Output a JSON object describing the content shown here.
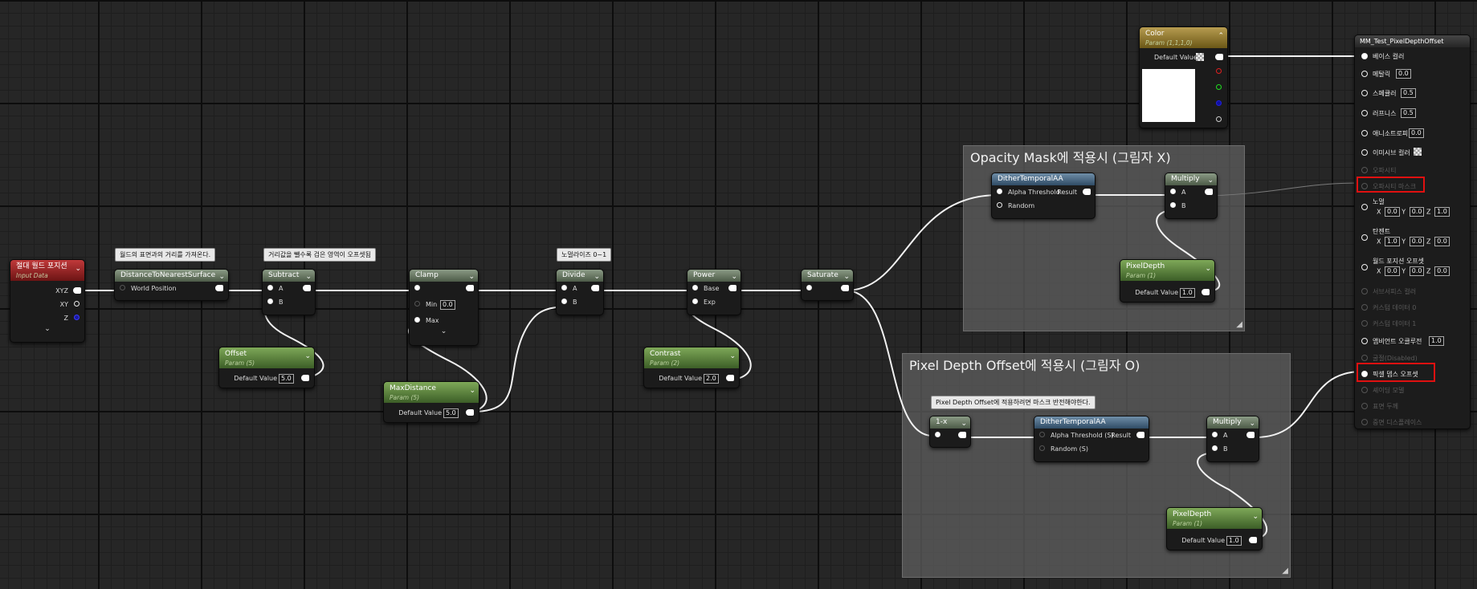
{
  "graph": {
    "comments": {
      "opacity": {
        "title": "Opacity Mask에 적용시 (그림자 X)"
      },
      "pdo": {
        "title": "Pixel Depth Offset에 적용시 (그림자 O)"
      }
    },
    "tooltips": {
      "distance": "월드의 표면과의 거리를 가져온다.",
      "subtract": "거리값을 뺄수록 검은 영역이 오프셋됨",
      "normalize": "노멀라이즈 0~1",
      "pdo_invert": "Pixel Depth Offset에 적용하려면 마스크 반전해야한다."
    },
    "nodes": {
      "absworld": {
        "title": "절대 월드 포지션",
        "sub": "Input Data",
        "pins": [
          "XYZ",
          "XY",
          "Z"
        ]
      },
      "distance": {
        "title": "DistanceToNearestSurface",
        "pin": "World Position"
      },
      "subtract": {
        "title": "Subtract",
        "a": "A",
        "b": "B"
      },
      "offset": {
        "title": "Offset",
        "sub": "Param (5)",
        "label": "Default Value",
        "value": "5.0"
      },
      "clamp": {
        "title": "Clamp",
        "min_label": "Min",
        "min_value": "0.0",
        "max_label": "Max"
      },
      "maxdistance": {
        "title": "MaxDistance",
        "sub": "Param (5)",
        "label": "Default Value",
        "value": "5.0"
      },
      "divide": {
        "title": "Divide",
        "a": "A",
        "b": "B"
      },
      "power": {
        "title": "Power",
        "base": "Base",
        "exp": "Exp"
      },
      "contrast": {
        "title": "Contrast",
        "sub": "Param (2)",
        "label": "Default Value",
        "value": "2.0"
      },
      "saturate": {
        "title": "Saturate"
      },
      "dither1": {
        "title": "DitherTemporalAA",
        "in1": "Alpha Threshold",
        "in2": "Random",
        "out": "Result"
      },
      "multiply1": {
        "title": "Multiply",
        "a": "A",
        "b": "B"
      },
      "pixeldepth1": {
        "title": "PixelDepth",
        "sub": "Param (1)",
        "label": "Default Value",
        "value": "1.0"
      },
      "oneminus": {
        "title": "1-x"
      },
      "dither2": {
        "title": "DitherTemporalAA",
        "in1": "Alpha Threshold (S)",
        "in2": "Random (S)",
        "out": "Result"
      },
      "multiply2": {
        "title": "Multiply",
        "a": "A",
        "b": "B"
      },
      "pixeldepth2": {
        "title": "PixelDepth",
        "sub": "Param (1)",
        "label": "Default Value",
        "value": "1.0"
      },
      "color": {
        "title": "Color",
        "sub": "Param (1,1,1,0)",
        "label": "Default Value"
      }
    },
    "result": {
      "title": "MM_Test_PixelDepthOffset",
      "rows": {
        "base_color": "베이스 컬러",
        "metallic": "메탈릭",
        "metallic_value": "0.0",
        "specular": "스페큘러",
        "specular_value": "0.5",
        "roughness": "러프니스",
        "roughness_value": "0.5",
        "anisotropy": "애니소트로피",
        "anisotropy_value": "0.0",
        "emissive": "이미시브 컬러",
        "opacity": "오파시티",
        "opacity_mask": "오파시티 마스크",
        "normal": "노멀",
        "normal_x": "0.0",
        "normal_y": "0.0",
        "normal_z": "1.0",
        "tangent": "탄젠트",
        "tangent_x": "1.0",
        "tangent_y": "0.0",
        "tangent_z": "0.0",
        "wpo": "월드 포지션 오프셋",
        "wpo_x": "0.0",
        "wpo_y": "0.0",
        "wpo_z": "0.0",
        "subsurface": "서브서피스 컬러",
        "custom0": "커스텀 데이터 0",
        "custom1": "커스텀 데이터 1",
        "ao": "앰비언트 오클루전",
        "ao_value": "1.0",
        "refraction": "굴절(Disabled)",
        "pdo": "픽셀 뎁스 오프셋",
        "shading_model": "셰이딩 모델",
        "surface_thickness": "표면 두께",
        "displacement": "중면 디스플레이스"
      }
    },
    "colors": {
      "wire": "#f2f2f2",
      "highlight": "#e01010"
    }
  }
}
